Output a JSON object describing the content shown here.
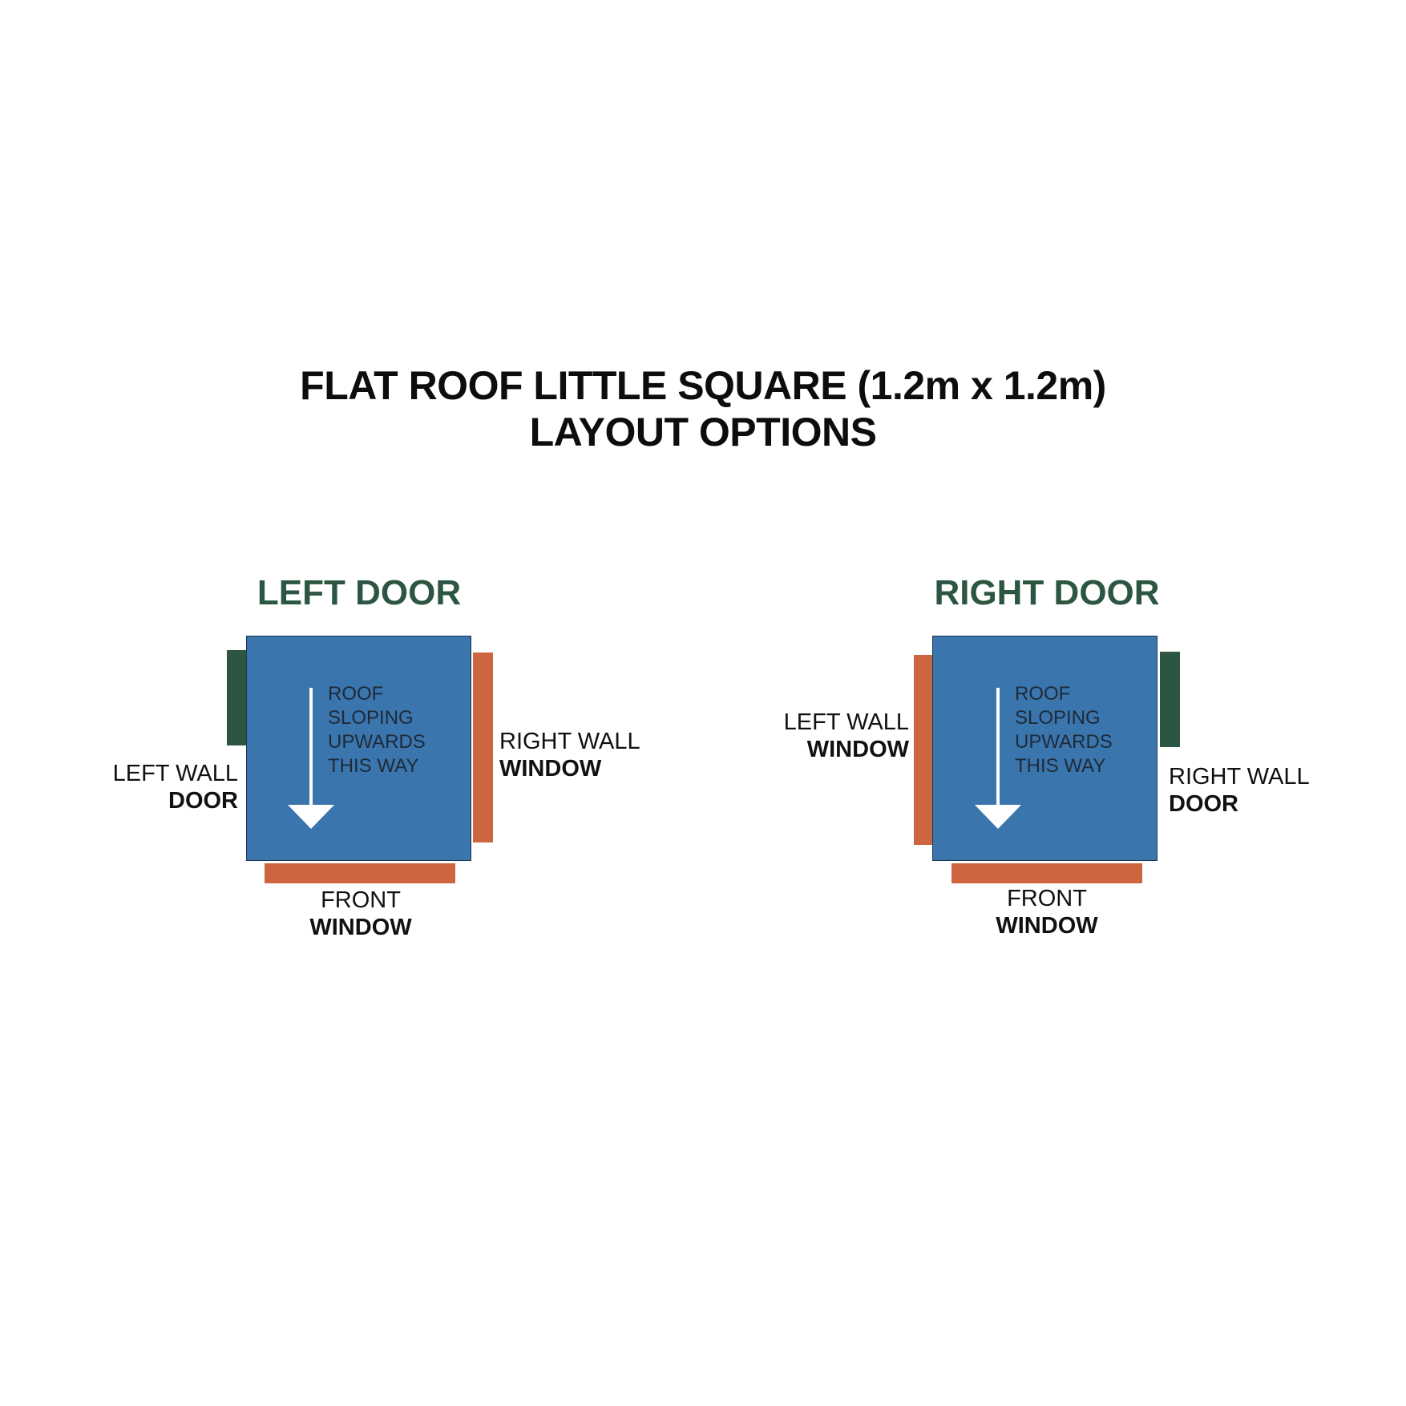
{
  "title": {
    "line1": "FLAT ROOF LITTLE SQUARE (1.2m x 1.2m)",
    "line2": "LAYOUT OPTIONS"
  },
  "colors": {
    "roof": "#3a75ad",
    "door": "#2c5641",
    "window": "#cd6640",
    "heading": "#2c5641",
    "arrow": "#ffffff"
  },
  "layouts": [
    {
      "heading": "LEFT DOOR",
      "roof_text": [
        "ROOF",
        "SLOPING",
        "UPWARDS",
        "THIS WAY"
      ],
      "left_wall": {
        "line1": "LEFT WALL",
        "line2": "DOOR"
      },
      "right_wall": {
        "line1": "RIGHT WALL",
        "line2": "WINDOW"
      },
      "front": {
        "line1": "FRONT",
        "line2": "WINDOW"
      }
    },
    {
      "heading": "RIGHT DOOR",
      "roof_text": [
        "ROOF",
        "SLOPING",
        "UPWARDS",
        "THIS WAY"
      ],
      "left_wall": {
        "line1": "LEFT WALL",
        "line2": "WINDOW"
      },
      "right_wall": {
        "line1": "RIGHT WALL",
        "line2": "DOOR"
      },
      "front": {
        "line1": "FRONT",
        "line2": "WINDOW"
      }
    }
  ]
}
